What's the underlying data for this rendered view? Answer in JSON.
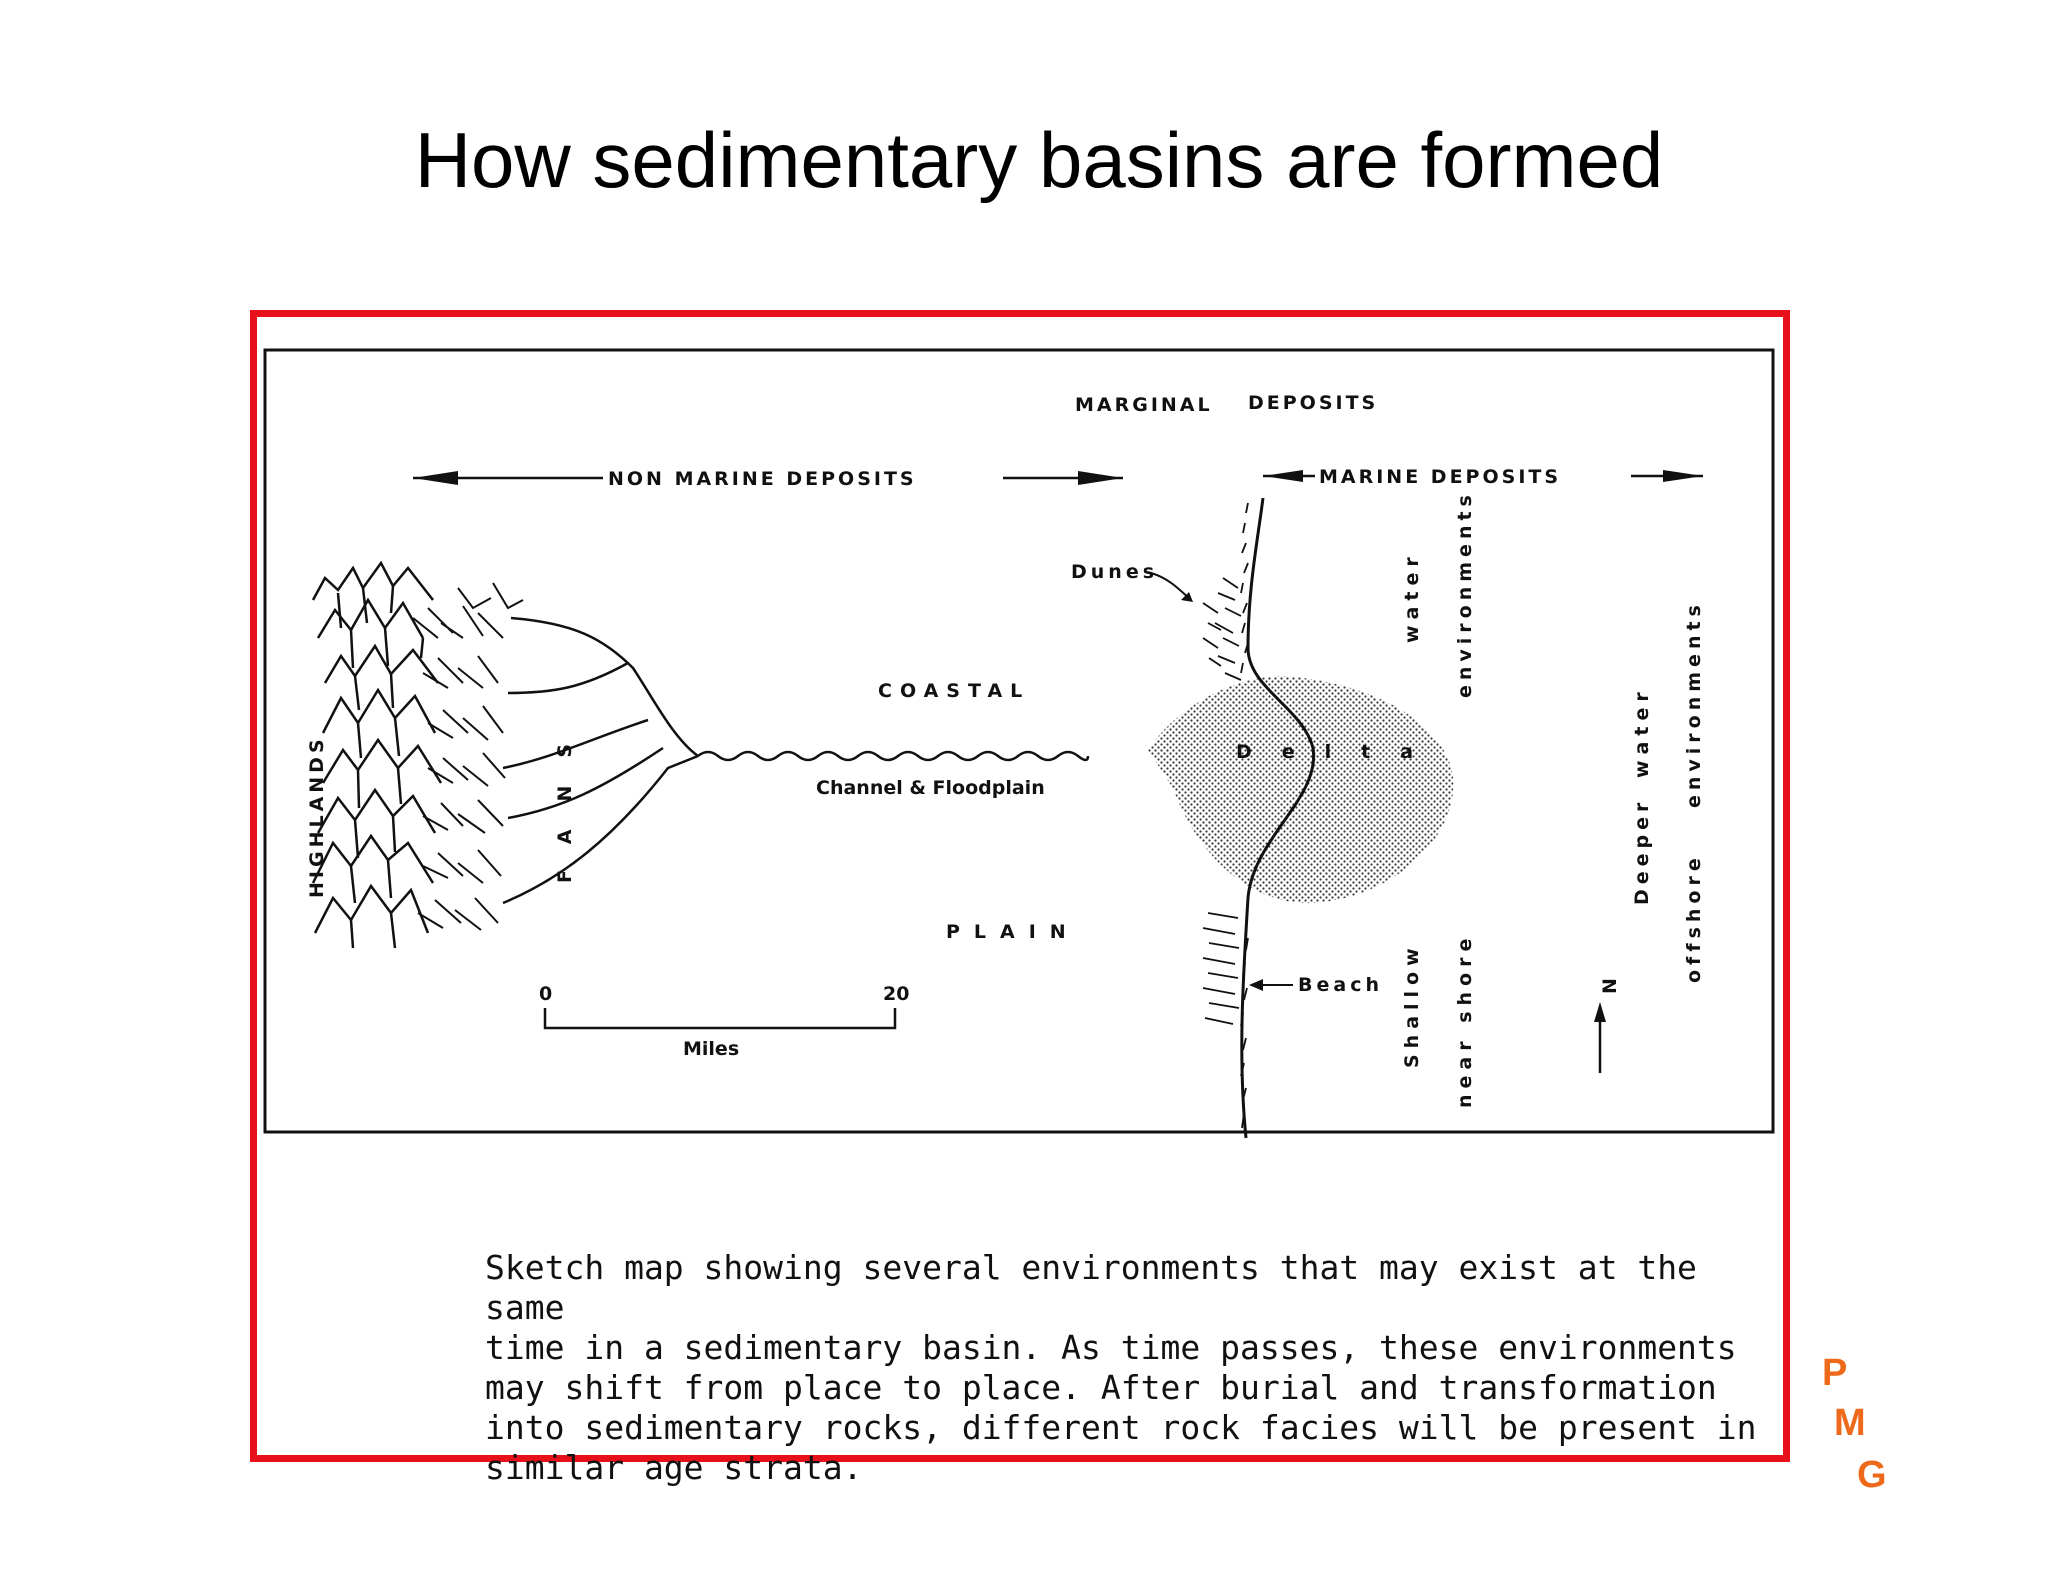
{
  "title": "How sedimentary basins are formed",
  "diagram": {
    "labels": {
      "marginal": "MARGINAL",
      "marginal_deposits": "DEPOSITS",
      "non_marine": "NON  MARINE  DEPOSITS",
      "marine": "MARINE  DEPOSITS",
      "highlands": "HIGHLANDS",
      "fans": "FANS",
      "coastal": "COASTAL",
      "plain": "PLAIN",
      "channel": "Channel & Floodplain",
      "dunes": "Dunes",
      "delta": "Delta",
      "beach": "Beach",
      "shallow": "Shallow",
      "water": "water",
      "near_shore": "near  shore",
      "environments_1": "environments",
      "deeper": "Deeper",
      "deeper_water": "water",
      "offshore": "offshore",
      "environments_2": "environments",
      "scale_zero": "0",
      "scale_twenty": "20",
      "scale_unit": "Miles",
      "north": "N"
    }
  },
  "caption": {
    "line1": "Sketch map showing several environments that may exist at the same",
    "line2": "time in a sedimentary basin.  As time passes, these environments",
    "line3": "may shift from place to place.  After burial and transformation",
    "line4": "into sedimentary rocks, different rock facies will be present in",
    "line5": "similar age strata."
  },
  "logo": {
    "p": "P",
    "m": "M",
    "g": "G",
    "color": "#ee6a1a"
  },
  "colors": {
    "frame": "#e8101a",
    "ink": "#111111"
  }
}
